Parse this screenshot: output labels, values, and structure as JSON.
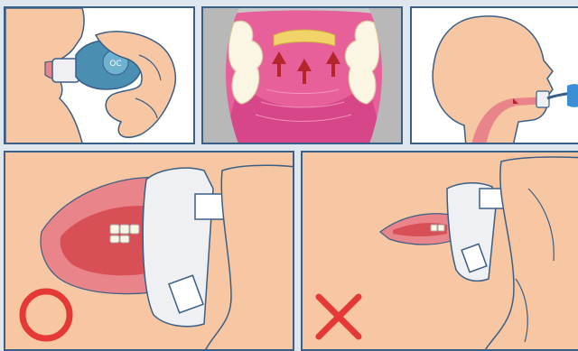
{
  "colors": {
    "skin": "#f6c7a2",
    "skin_shadow": "#eab08a",
    "outline": "#3a5f86",
    "lip": "#e9858a",
    "mouth_inside": "#d94f56",
    "gum_pink": "#e8609a",
    "bite_block": "#eef0f3",
    "inhaler_blue": "#4a8fb1",
    "tube_blue": "#3a8fd6",
    "arrow_red": "#b3262c",
    "correct_mark": "#e53935",
    "wrong_mark": "#e53935",
    "tooth": "#fbf6e3",
    "tongue_shield": "#f2d36a"
  },
  "panels": [
    {
      "id": "p1",
      "icon": "inhaler-mouthpiece-in-mouth"
    },
    {
      "id": "p2",
      "icon": "mouth-cross-section-tongue-raised"
    },
    {
      "id": "p3",
      "icon": "head-profile-with-tube"
    },
    {
      "id": "p4",
      "icon": "correct-lip-seal",
      "mark": "circle-correct"
    },
    {
      "id": "p5",
      "icon": "incorrect-lip-seal",
      "mark": "cross-wrong"
    }
  ],
  "p1_badge_text": "OC"
}
